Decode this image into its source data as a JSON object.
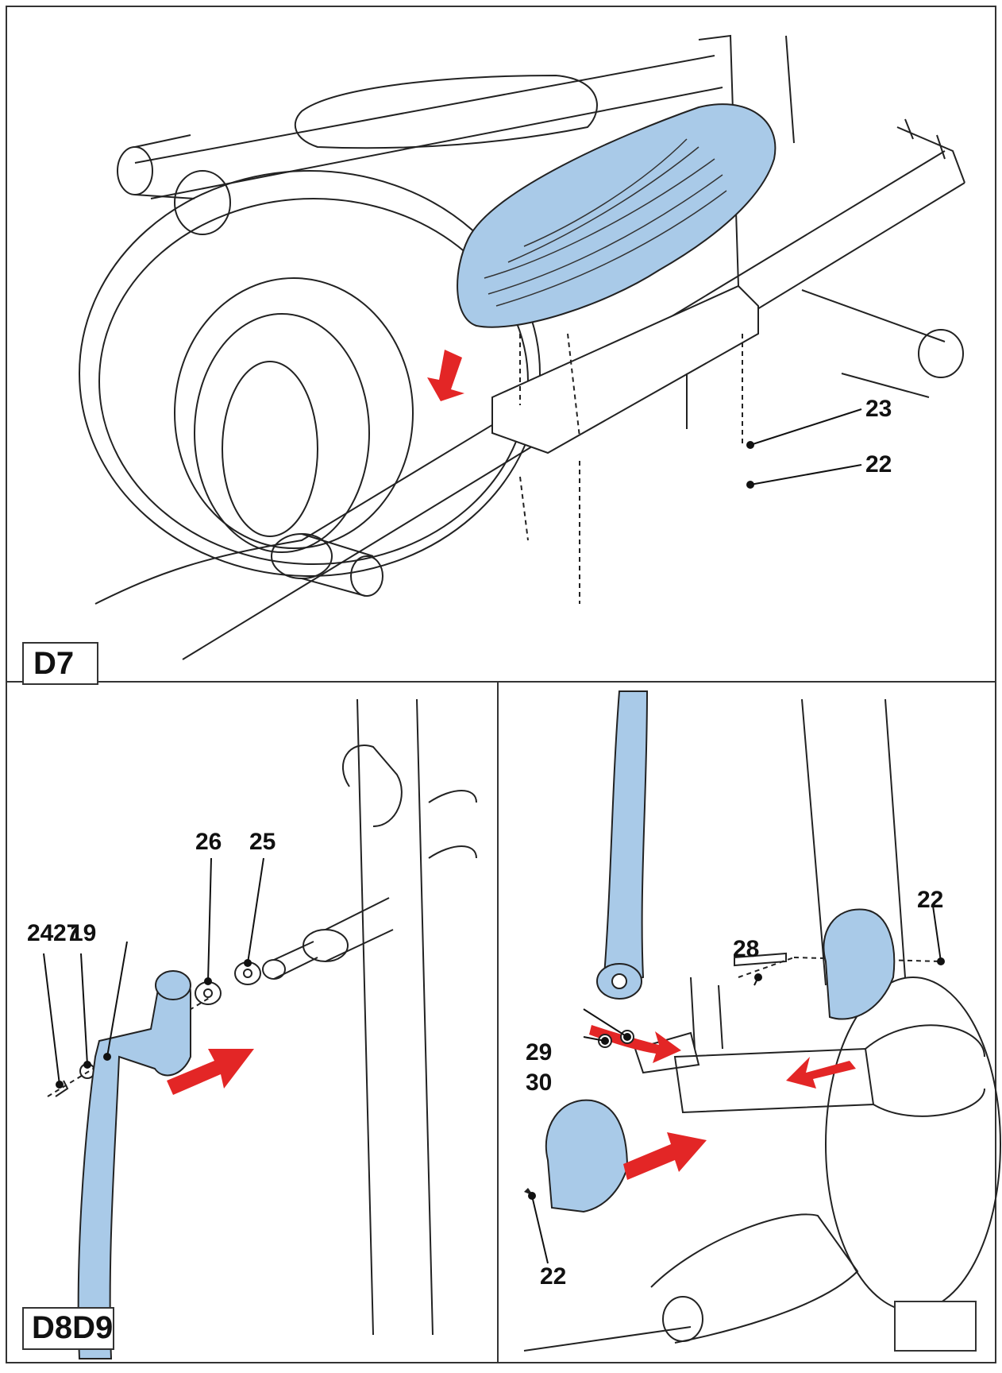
{
  "colors": {
    "part_highlight": "#a9cae8",
    "arrow": "#e32626",
    "line": "#222222"
  },
  "panels": {
    "top": {
      "step": "D7",
      "parts": [
        "23",
        "22"
      ]
    },
    "bottom_left": {
      "step": "D8D9",
      "parts": {
        "p24": "24",
        "p27": "27",
        "p19": "19",
        "p26": "26",
        "p25": "25"
      }
    },
    "bottom_right": {
      "step": "",
      "parts": {
        "p22a": "22",
        "p28": "28",
        "p29": "29",
        "p30": "30",
        "p22b": "22"
      }
    }
  }
}
